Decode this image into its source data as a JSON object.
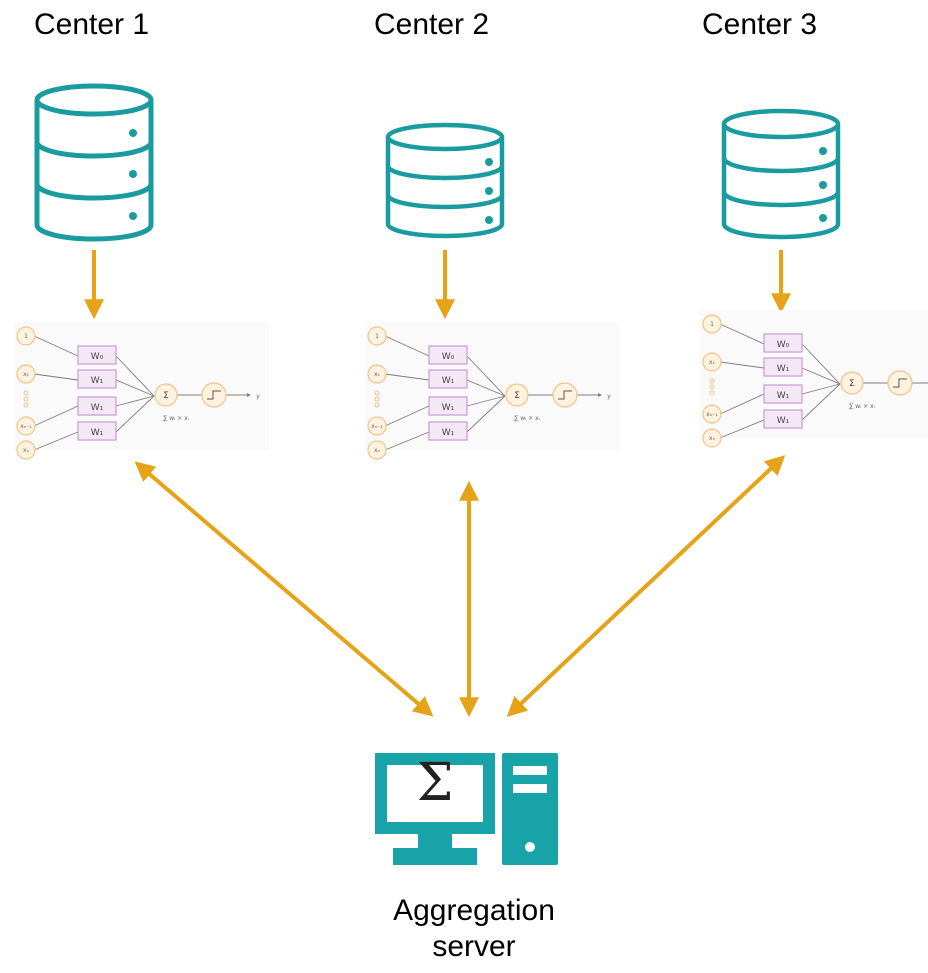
{
  "centers": [
    {
      "label": "Center 1"
    },
    {
      "label": "Center 2"
    },
    {
      "label": "Center 3"
    }
  ],
  "server": {
    "label": "Aggregation server"
  },
  "neuron": {
    "inputs": [
      "1",
      "x₁",
      "xₙ₋₁",
      "xₙ"
    ],
    "weights": [
      "W₀",
      "W₁",
      "W₁",
      "W₁"
    ],
    "sum_symbol": "Σ",
    "formula": "∑ wᵢ × xᵢ",
    "output": "y"
  },
  "colors": {
    "database": "#1a9ba0",
    "arrow": "#e6a317",
    "server": "#17a3a8"
  },
  "icons": [
    "database-icon",
    "neural-network-diagram",
    "server-computer-icon"
  ]
}
